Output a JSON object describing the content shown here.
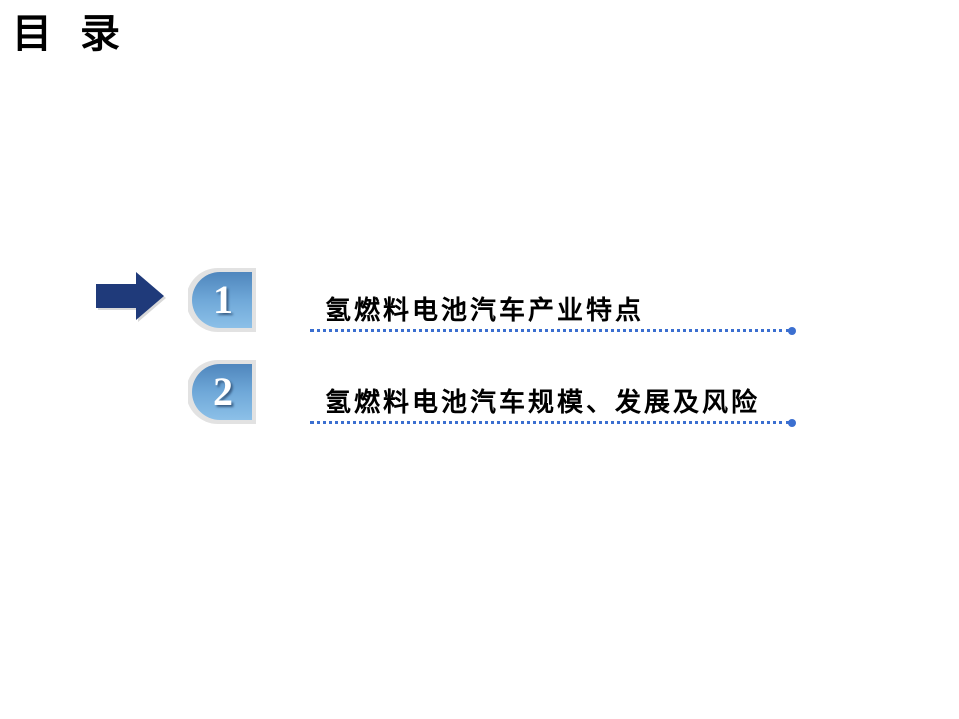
{
  "title": "目录",
  "items": [
    {
      "number": "1",
      "label": "氢燃料电池汽车产业特点",
      "current": true
    },
    {
      "number": "2",
      "label": "氢燃料电池汽车规模、发展及风险",
      "current": false
    }
  ],
  "colors": {
    "arrow": "#1f3a7a",
    "badge": "#6fa8d8",
    "dotline": "#3b6fd0"
  }
}
